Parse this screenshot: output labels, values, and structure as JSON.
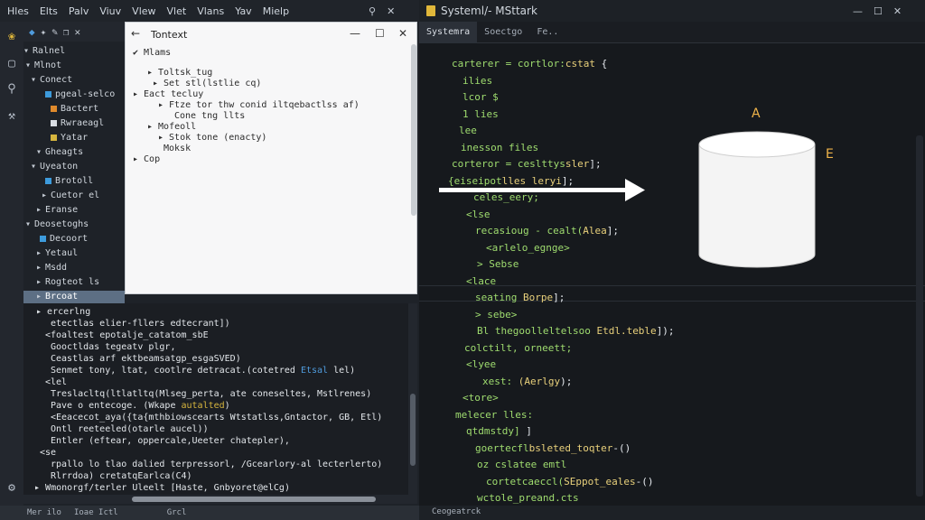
{
  "left": {
    "menu": [
      "Hles",
      "Elts",
      "Palv",
      "Viuv",
      "Vlew",
      "Vlet",
      "Vlans",
      "Yav",
      "Mielp"
    ],
    "toolbar_icons": [
      "explorer-icon",
      "pin-icon",
      "edit-icon",
      "copy-icon",
      "close-icon"
    ],
    "tree": [
      {
        "text": "Ralnel",
        "caret": "▾",
        "indent": 0
      },
      {
        "text": "Mlnot",
        "caret": "▾",
        "indent": 2
      },
      {
        "text": "Conect",
        "caret": "▾",
        "indent": 8
      },
      {
        "text": "pgeal-selco",
        "caret": "",
        "icon": "blue",
        "indent": 14
      },
      {
        "text": "Bactert",
        "caret": "",
        "icon": "orange",
        "indent": 20
      },
      {
        "text": "Rwraeagl",
        "caret": "",
        "icon": "white",
        "indent": 20
      },
      {
        "text": "Yatar",
        "caret": "",
        "icon": "yellow",
        "indent": 20
      },
      {
        "text": "Gheagts",
        "caret": "▾",
        "indent": 14
      },
      {
        "text": "Uyeaton",
        "caret": "▾",
        "indent": 8
      },
      {
        "text": "Brotoll",
        "caret": "",
        "icon": "blue",
        "indent": 14
      },
      {
        "text": "Cuetor el",
        "caret": "▸",
        "indent": 20
      },
      {
        "text": "Eranse",
        "caret": "▸",
        "indent": 14
      },
      {
        "text": "Deosetoghs",
        "caret": "▾",
        "indent": 2
      },
      {
        "text": "Decoort",
        "caret": "",
        "icon": "blue",
        "indent": 8
      },
      {
        "text": "Yetaul",
        "caret": "▸",
        "indent": 14
      },
      {
        "text": "Msdd",
        "caret": "▸",
        "indent": 14
      },
      {
        "text": "Rogteot ls",
        "caret": "▸",
        "indent": 14
      },
      {
        "text": "Brcoat",
        "caret": "▸",
        "indent": 14,
        "selected": true
      }
    ],
    "context_panel": {
      "title": "Tontext",
      "rows": [
        "Mlams",
        "Toltsk_tug",
        "Set stl(lstlie cq)",
        "Eact tecluy",
        "Ftze tor thw conid iltqebactlss af)",
        "Cone tng llts",
        "Mofeoll",
        "Stok tone (enacty)",
        "Moksk",
        "Cop"
      ],
      "markers": [
        "✔",
        "▸",
        "▸",
        "▸",
        "▸",
        "",
        "▸",
        "▸",
        "",
        "▸"
      ]
    },
    "code": [
      {
        "prefix": "▸ ",
        "text": "ercerlng",
        "indent": 40
      },
      {
        "prefix": "",
        "text": "etectlas elier-fllers edtecrant])",
        "indent": 56
      },
      {
        "prefix": "",
        "text": "<foaltest epotalje_catatom_sbE",
        "indent": 50
      },
      {
        "prefix": "",
        "text": "Gooctldas tegeatv plgr,",
        "indent": 56
      },
      {
        "prefix": "",
        "text": "Ceastlas arf ektbeamsatgp_esgaSVED)",
        "indent": 56
      },
      {
        "prefix": "",
        "text": "Senmet tony, ltat, cootlre detracat.(cotetred ",
        "hl": "Etsal",
        "tail": " lel)",
        "indent": 56
      },
      {
        "prefix": "",
        "text": "<lel",
        "indent": 50
      },
      {
        "prefix": "",
        "text": "Treslacltq(ltlatltq(Mlseg_perta, ate coneseltes, Mstlrenes)",
        "indent": 56
      },
      {
        "prefix": "",
        "text": "Pave o entecoge. (Wkape  ",
        "yl": "autalted",
        "tail": ")",
        "indent": 56
      },
      {
        "prefix": "",
        "text": "<Eeacecot_aya({ta{mthbiowscearts Wtstatlss,Gntactor, GB, Etl)",
        "indent": 56
      },
      {
        "prefix": "",
        "text": "Ontl reeteeled(otarle aucel))",
        "indent": 56
      },
      {
        "prefix": "",
        "text": "Entler (eftear, oppercale,Ueeter chatepler),",
        "indent": 56
      },
      {
        "prefix": "",
        "text": "<se",
        "indent": 44
      },
      {
        "prefix": "",
        "text": "rpallo lo tlao dalied terpressorl, /Gcearlory-al lecterlerto)",
        "indent": 56
      },
      {
        "prefix": "",
        "text": "Rlrrdoa) cretatqEarlca(C4)",
        "indent": 56
      },
      {
        "prefix": "▸ ",
        "text": "Wmonorgf/terler Uleelt [Haste, Gnbyoret@elCg)",
        "indent": 38
      }
    ],
    "status": [
      "Mer ilo",
      "Ioae  Ictl",
      "Grcl"
    ]
  },
  "right": {
    "title": "Systeml/- MSttark",
    "tabs": [
      "Systemra",
      "Soectgo",
      "Fe.."
    ],
    "code": [
      {
        "t": "carterer = cortlor:",
        "y": "cstat",
        "tail": " {",
        "indent": 36
      },
      {
        "t": "ilies",
        "indent": 48
      },
      {
        "t": "lcor $",
        "indent": 48
      },
      {
        "t": "1 lies",
        "indent": 48
      },
      {
        "t": "lee",
        "indent": 44
      },
      {
        "t": "inesson files",
        "indent": 46
      },
      {
        "t": "corteror = ceslttys",
        "y": "sler",
        "tail": "];",
        "indent": 36
      },
      {
        "t": "{eiseipot",
        "y": "lles leryi",
        "tail": "];",
        "indent": 32
      },
      {
        "t": "celes_eery;",
        "indent": 60
      },
      {
        "t": "<lse",
        "indent": 52
      },
      {
        "t": "recasioug - cealt(",
        "y": "Alea",
        "tail": "];",
        "indent": 62
      },
      {
        "t": "<arlelo_egnge>",
        "indent": 74
      },
      {
        "t": "> Sebse",
        "indent": 64
      },
      {
        "t": "<lace",
        "indent": 52
      },
      {
        "t": "seating ",
        "y": "Borpe",
        "tail": "];",
        "indent": 62
      },
      {
        "t": "> sebe>",
        "indent": 62
      },
      {
        "t": "Bl thegoolleltelsoo ",
        "y": "Etdl.teble",
        "tail": "]);",
        "indent": 64
      },
      {
        "t": "colctilt, orneett;",
        "indent": 50
      },
      {
        "t": "<lyee",
        "indent": 52
      },
      {
        "t": "xest: ",
        "y": "(Aerlgy",
        "tail": ");",
        "indent": 70
      },
      {
        "t": "<tore>",
        "indent": 48
      },
      {
        "t": "melecer lles:",
        "indent": 40
      },
      {
        "t": "qtdmstdy]",
        "y": "",
        "tail": " ]",
        "indent": 52
      },
      {
        "t": "goertecfl",
        "y": "bsleted_toqter",
        "tail": "-()",
        "indent": 62
      },
      {
        "t": "oz cslatee emtl",
        "indent": 64
      },
      {
        "t": "cortetcaeccl(",
        "y": "SEppot_eales",
        "tail": "-()",
        "indent": 74
      },
      {
        "t": "wctole_preand.cts",
        "indent": 64
      }
    ],
    "status": "Ceogeatrck",
    "diagram_labels": [
      "A",
      "E"
    ]
  }
}
